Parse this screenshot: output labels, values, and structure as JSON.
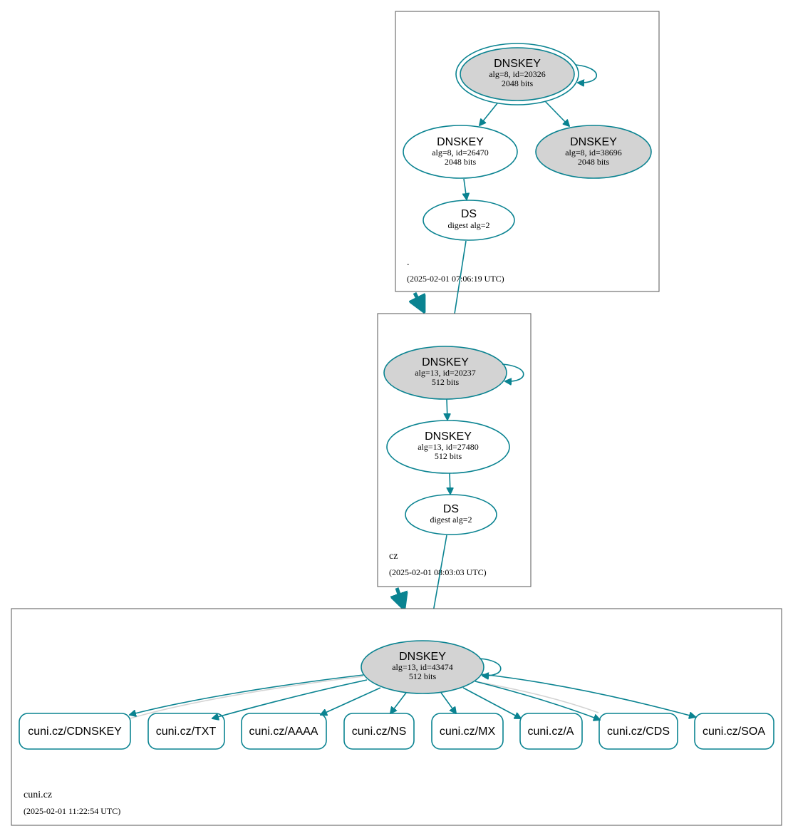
{
  "colors": {
    "edge": "#0a8391",
    "ksk_fill": "#d3d3d3",
    "zsk_fill": "#ffffff",
    "zone_border": "#555555",
    "inactive_edge": "#d3d3d3"
  },
  "zones": {
    "root": {
      "name": ".",
      "timestamp": "(2025-02-01 07:06:19 UTC)",
      "nodes": {
        "ksk": {
          "title": "DNSKEY",
          "line1": "alg=8, id=20326",
          "line2": "2048 bits"
        },
        "zsk1": {
          "title": "DNSKEY",
          "line1": "alg=8, id=26470",
          "line2": "2048 bits"
        },
        "zsk2": {
          "title": "DNSKEY",
          "line1": "alg=8, id=38696",
          "line2": "2048 bits"
        },
        "ds": {
          "title": "DS",
          "line1": "digest alg=2"
        }
      }
    },
    "cz": {
      "name": "cz",
      "timestamp": "(2025-02-01 08:03:03 UTC)",
      "nodes": {
        "ksk": {
          "title": "DNSKEY",
          "line1": "alg=13, id=20237",
          "line2": "512 bits"
        },
        "zsk": {
          "title": "DNSKEY",
          "line1": "alg=13, id=27480",
          "line2": "512 bits"
        },
        "ds": {
          "title": "DS",
          "line1": "digest alg=2"
        }
      }
    },
    "cuni": {
      "name": "cuni.cz",
      "timestamp": "(2025-02-01 11:22:54 UTC)",
      "nodes": {
        "ksk": {
          "title": "DNSKEY",
          "line1": "alg=13, id=43474",
          "line2": "512 bits"
        }
      },
      "rrsets": [
        "cuni.cz/CDNSKEY",
        "cuni.cz/TXT",
        "cuni.cz/AAAA",
        "cuni.cz/NS",
        "cuni.cz/MX",
        "cuni.cz/A",
        "cuni.cz/CDS",
        "cuni.cz/SOA"
      ]
    }
  }
}
